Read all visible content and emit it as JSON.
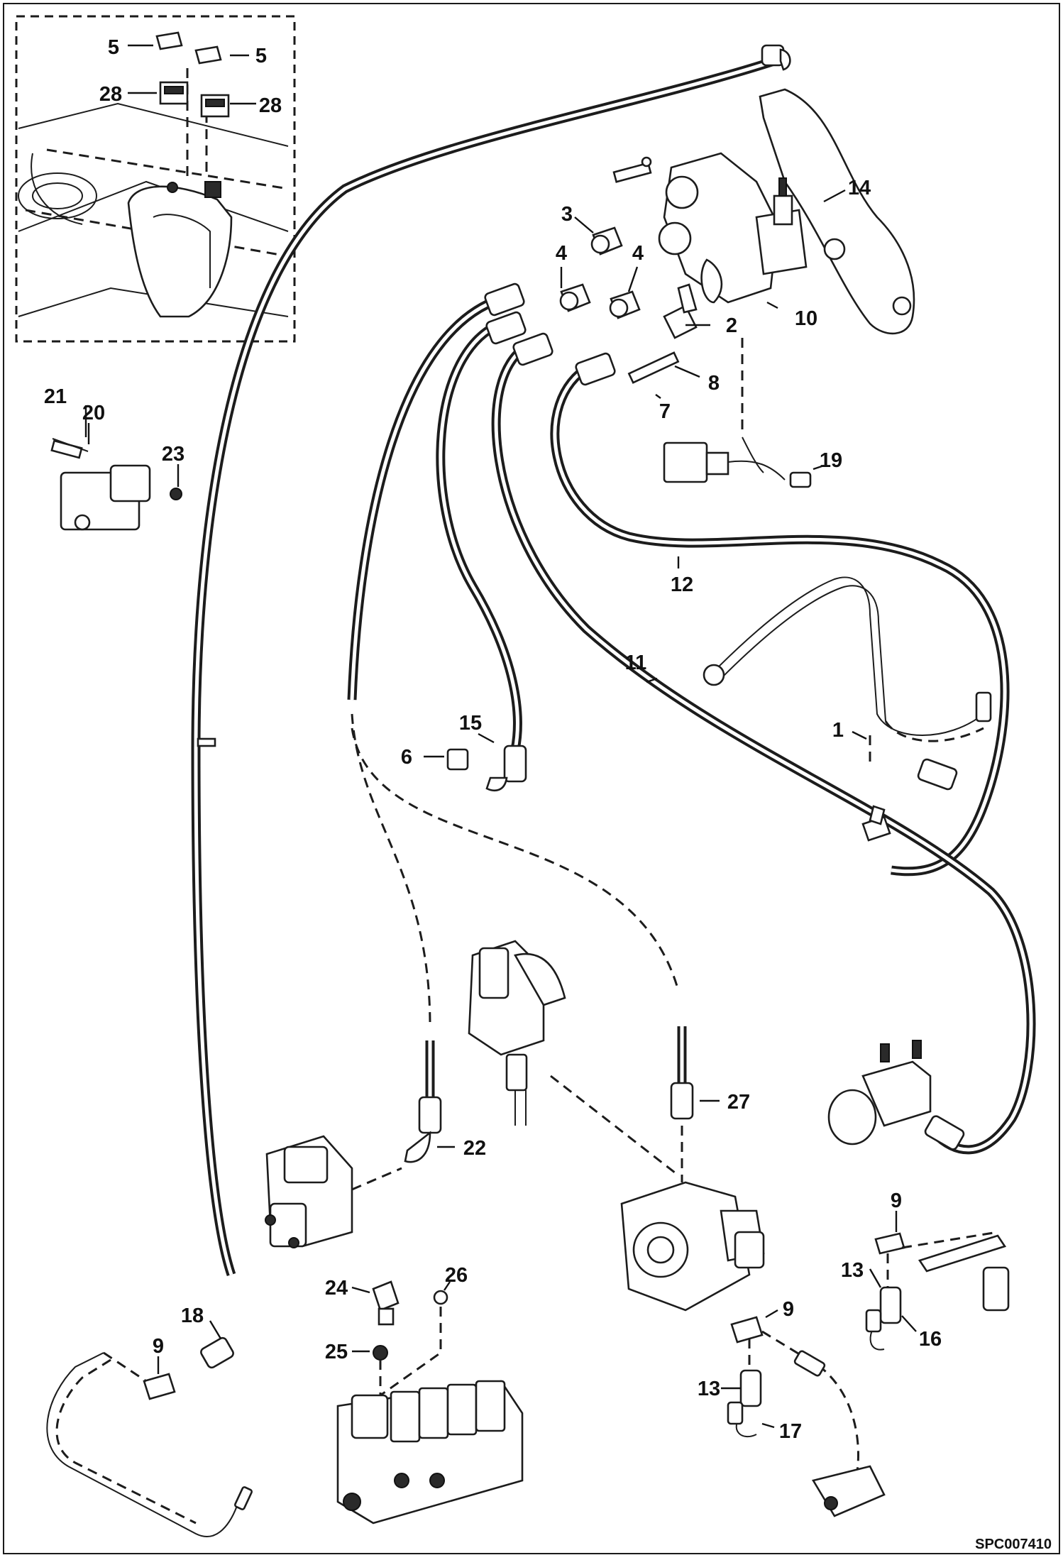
{
  "callouts": {
    "c1": "1",
    "c2": "2",
    "c3": "3",
    "c4a": "4",
    "c4b": "4",
    "c5a": "5",
    "c5b": "5",
    "c6": "6",
    "c7": "7",
    "c8": "8",
    "c9a": "9",
    "c9b": "9",
    "c9c": "9",
    "c10": "10",
    "c11": "11",
    "c12": "12",
    "c13a": "13",
    "c13b": "13",
    "c14": "14",
    "c15": "15",
    "c16": "16",
    "c17": "17",
    "c18": "18",
    "c19": "19",
    "c20": "20",
    "c21": "21",
    "c22": "22",
    "c23": "23",
    "c24": "24",
    "c25": "25",
    "c26": "26",
    "c27": "27",
    "c28a": "28",
    "c28b": "28"
  },
  "document_id": "SPC007410",
  "colors": {
    "line": "#1c1c1c",
    "background": "#ffffff"
  }
}
